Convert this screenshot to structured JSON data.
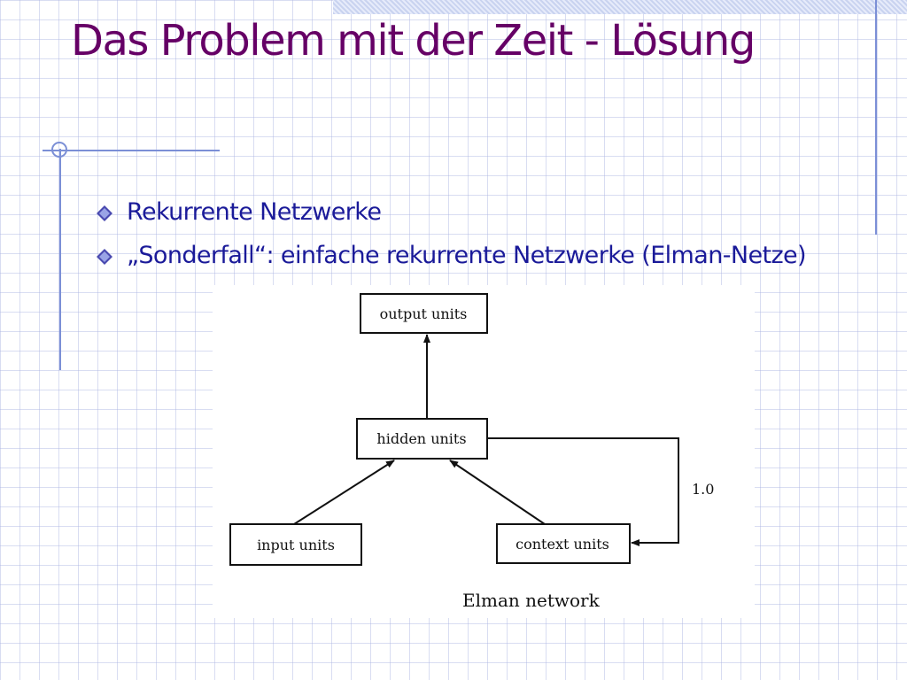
{
  "slide": {
    "title": "Das Problem mit der Zeit - Lösung",
    "bullets": [
      "Rekurrente Netzwerke",
      "„Sonderfall“: einfache rekurrente Netzwerke (Elman-Netze)"
    ]
  },
  "diagram": {
    "nodes": {
      "output": "output units",
      "hidden": "hidden units",
      "input": "input units",
      "context": "context units"
    },
    "edge_weight_label": "1.0",
    "caption": "Elman network"
  },
  "colors": {
    "title": "#660066",
    "bullet_text": "#1a1a99",
    "bullet_marker": "#4a4ab0",
    "grid": "#aab4e1",
    "accent_line": "#7b8fd6"
  }
}
